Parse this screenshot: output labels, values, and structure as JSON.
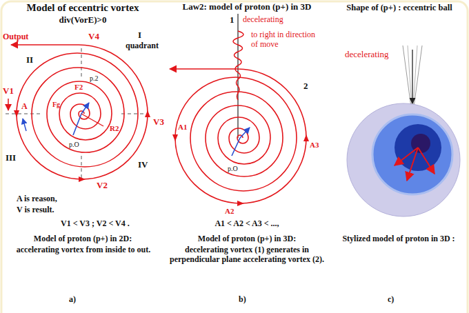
{
  "diagram": {
    "labels": [
      "Model of eccentric vortex",
      "div(VorE)>0",
      "Law2: model of proton (p+) in 3D",
      "Shape of (p+) : eccentric ball",
      "1",
      "decelerating",
      "to right in direction of move",
      "Output",
      "V4",
      "I",
      "quadrant",
      "II",
      "decelerating",
      "2",
      "p.2",
      "F2",
      "Fg",
      "A1",
      "V1",
      "A",
      "V3",
      "R2",
      "p.O",
      "A3",
      "p.O",
      "III",
      "IV",
      "V2",
      "A2",
      "A is reason,",
      "V is result.",
      "V1 < V3 ; V2 < V4 .",
      "A1 < A2 < A3 < ...,",
      "Model of proton (p+) in 2D:",
      "accelerating vortex from inside to out.",
      "Model of proton (p+) in 3D:",
      "decelerating vortex (1) generates in perpendicular plane accelerating vortex (2).",
      "Stylized model of proton in 3D :",
      "a)",
      "b)",
      "c)"
    ]
  }
}
